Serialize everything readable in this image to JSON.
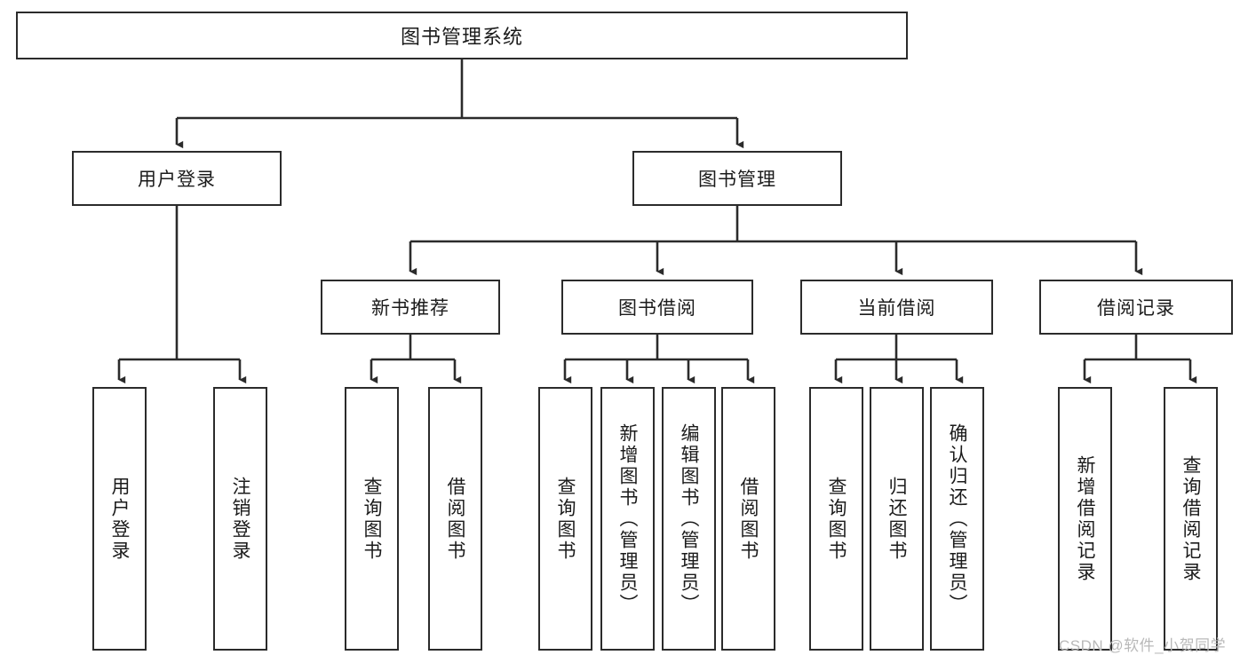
{
  "diagram": {
    "type": "tree-hierarchy-chart",
    "title": "图书管理系统",
    "orientation": "top-down",
    "line_color": "#2b2b2b",
    "box_fill": "#ffffff",
    "box_stroke": "#2b2b2b",
    "watermark": "CSDN @软件_小贺同学",
    "levels": {
      "root": {
        "label": "图书管理系统"
      },
      "level1": [
        {
          "label": "用户登录"
        },
        {
          "label": "图书管理"
        }
      ],
      "level2": [
        {
          "label": "新书推荐"
        },
        {
          "label": "图书借阅"
        },
        {
          "label": "当前借阅"
        },
        {
          "label": "借阅记录"
        }
      ],
      "leaves": {
        "user_login": [
          {
            "label": "用户登录"
          },
          {
            "label": "注销登录"
          }
        ],
        "new_book_recommend": [
          {
            "label": "查询图书"
          },
          {
            "label": "借阅图书"
          }
        ],
        "book_borrow": [
          {
            "label": "查询图书"
          },
          {
            "label": "新增图书（管理员）"
          },
          {
            "label": "编辑图书（管理员）"
          },
          {
            "label": "借阅图书"
          }
        ],
        "current_borrow": [
          {
            "label": "查询图书"
          },
          {
            "label": "归还图书"
          },
          {
            "label": "确认归还（管理员）"
          }
        ],
        "borrow_record": [
          {
            "label": "新增借阅记录"
          },
          {
            "label": "查询借阅记录"
          }
        ]
      }
    }
  }
}
